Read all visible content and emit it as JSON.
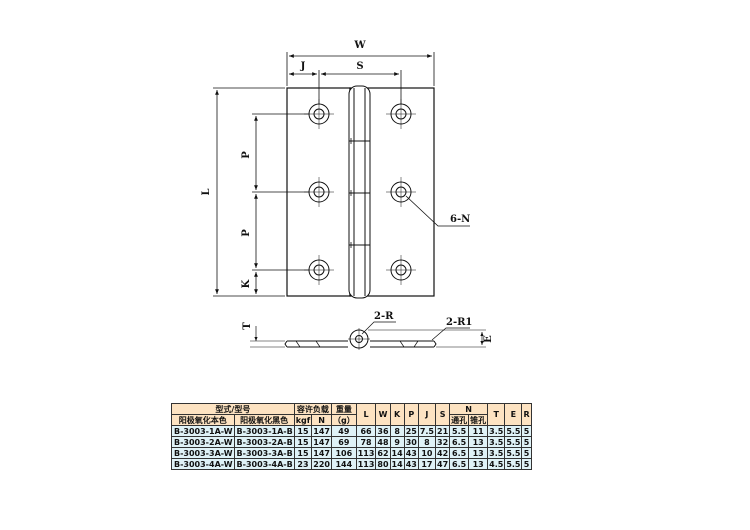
{
  "drawing": {
    "labels": {
      "w": "W",
      "j": "J",
      "s": "S",
      "l": "L",
      "p1": "P",
      "p2": "P",
      "k": "K",
      "holes": "6-N",
      "t": "T",
      "pin_radius": "2-R",
      "corner_radius": "2-R1",
      "e": "E"
    }
  },
  "table": {
    "header_row1": {
      "model": "型式/型号",
      "load": "容许负载",
      "weight": "重量",
      "l": "L",
      "w": "W",
      "k": "K",
      "p": "P",
      "j": "J",
      "s": "S",
      "n": "N",
      "t": "T",
      "e": "E",
      "r": "R"
    },
    "header_row2": {
      "natural": "阳极氧化本色",
      "black": "阳极氧化黑色",
      "kgf": "kgf",
      "n_unit": "N",
      "g_unit": "（g）",
      "through": "通孔",
      "counter": "锥孔"
    },
    "rows": [
      {
        "natural": "B-3003-1A-W",
        "black": "B-3003-1A-B",
        "kgf": "15",
        "n": "147",
        "g": "49",
        "l": "66",
        "w": "36",
        "k": "8",
        "p": "25",
        "j": "7.5",
        "s": "21",
        "n_through": "5.5",
        "n_counter": "11",
        "t": "3.5",
        "e": "5.5",
        "r": "5"
      },
      {
        "natural": "B-3003-2A-W",
        "black": "B-3003-2A-B",
        "kgf": "15",
        "n": "147",
        "g": "69",
        "l": "78",
        "w": "48",
        "k": "9",
        "p": "30",
        "j": "8",
        "s": "32",
        "n_through": "6.5",
        "n_counter": "13",
        "t": "3.5",
        "e": "5.5",
        "r": "5"
      },
      {
        "natural": "B-3003-3A-W",
        "black": "B-3003-3A-B",
        "kgf": "15",
        "n": "147",
        "g": "106",
        "l": "113",
        "w": "62",
        "k": "14",
        "p": "43",
        "j": "10",
        "s": "42",
        "n_through": "6.5",
        "n_counter": "13",
        "t": "3.5",
        "e": "5.5",
        "r": "5"
      },
      {
        "natural": "B-3003-4A-W",
        "black": "B-3003-4A-B",
        "kgf": "23",
        "n": "220",
        "g": "144",
        "l": "113",
        "w": "80",
        "k": "14",
        "p": "43",
        "j": "17",
        "s": "47",
        "n_through": "6.5",
        "n_counter": "13",
        "t": "4.5",
        "e": "5.5",
        "r": "5"
      }
    ]
  }
}
